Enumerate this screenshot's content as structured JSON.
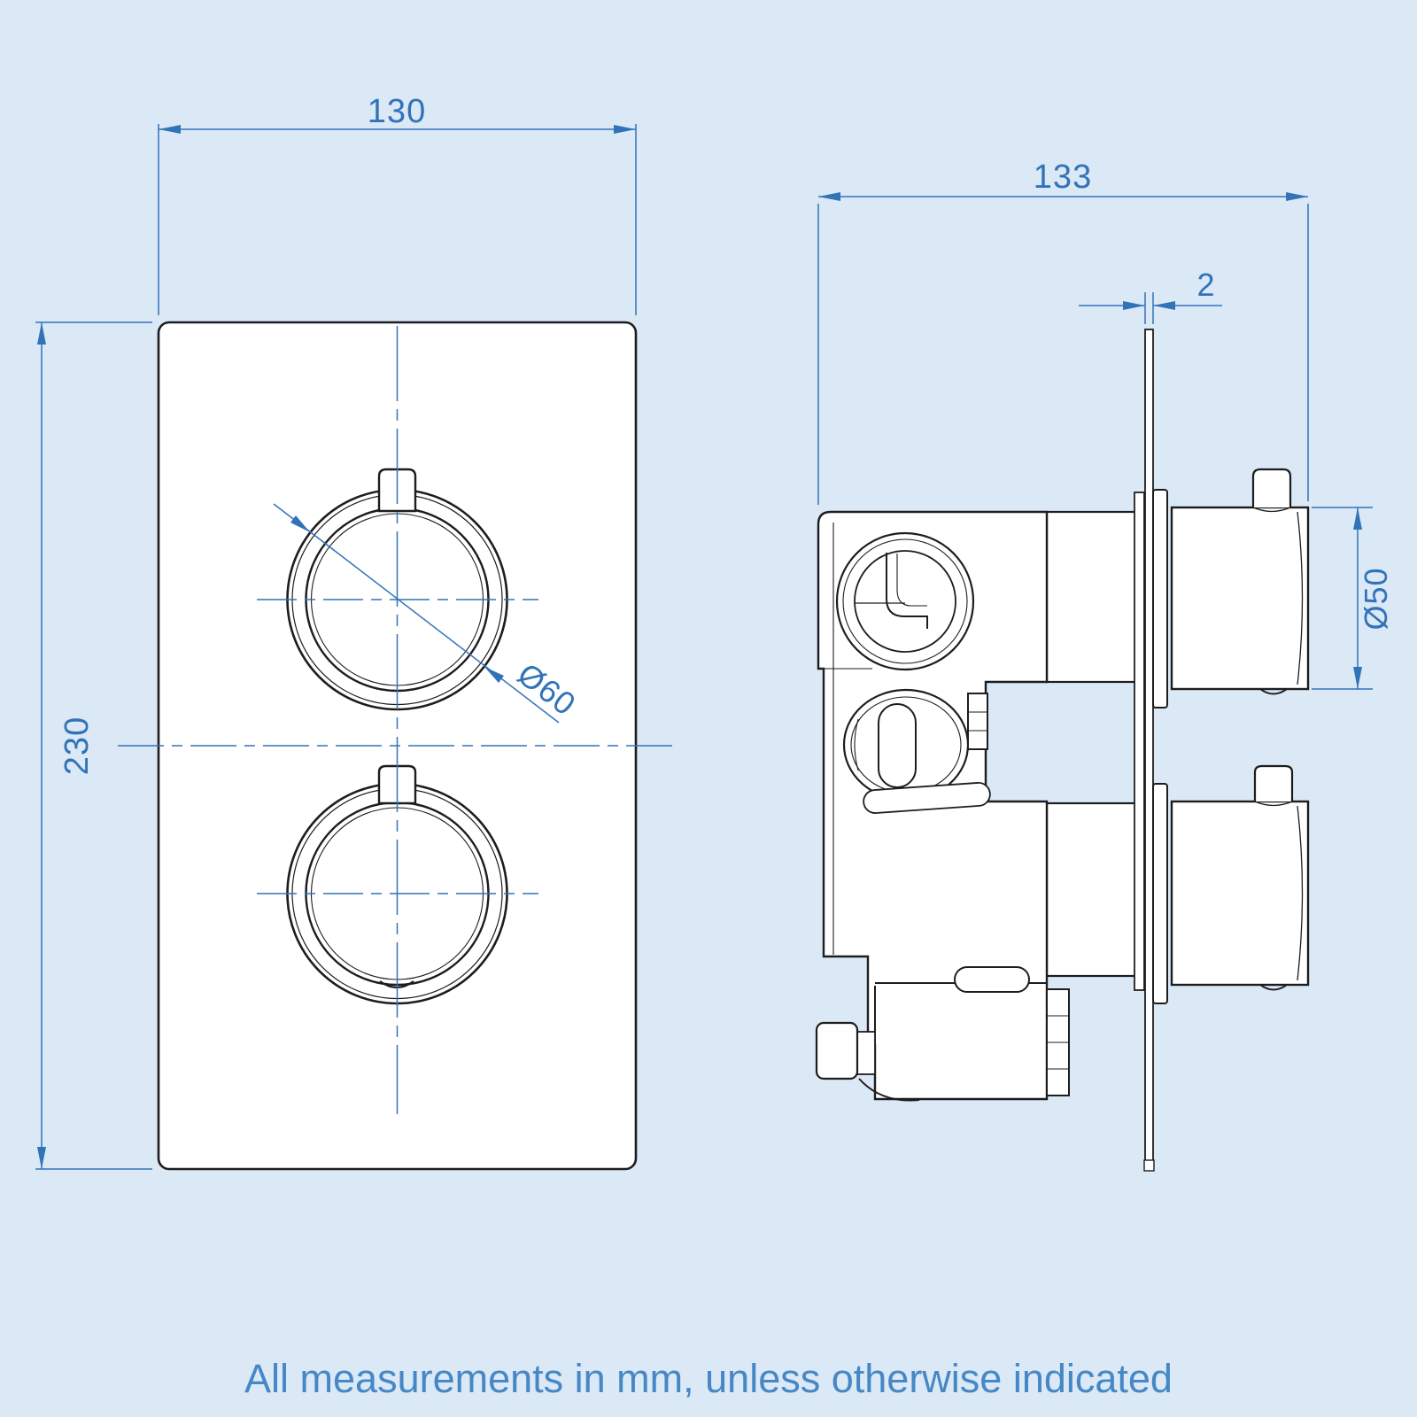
{
  "note": {
    "text": "All measurements in mm, unless otherwise indicated"
  },
  "colors": {
    "background": "#dbe8f6",
    "drawing_line": "#1d1d1f",
    "dimension_line": "#3273b8",
    "note_text": "#4687c6"
  },
  "front_view": {
    "dims": {
      "width": {
        "value": "130"
      },
      "height": {
        "value": "230"
      },
      "knob_diameter": {
        "value": "Ø60"
      }
    }
  },
  "side_view": {
    "dims": {
      "depth": {
        "value": "133"
      },
      "plate_thickness": {
        "value": "2"
      },
      "knob_diameter": {
        "value": "Ø50"
      }
    }
  }
}
